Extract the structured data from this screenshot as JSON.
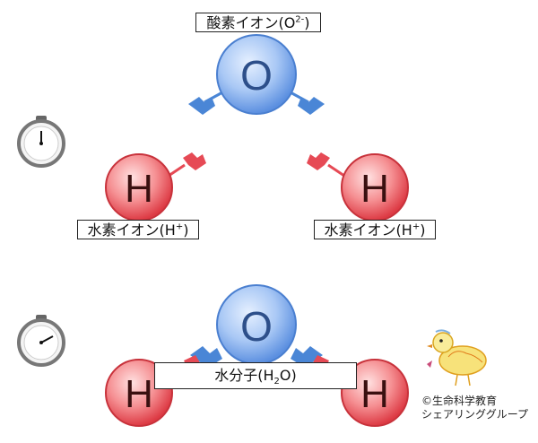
{
  "atoms": {
    "oxygen_symbol": "O",
    "hydrogen_symbol": "H"
  },
  "labels": {
    "oxygen_ion": {
      "text": "酸素イオン(O",
      "sup": "2-",
      "tail": ")"
    },
    "hydrogen_ion_left": {
      "text": "水素イオン(H",
      "sup": "+",
      "tail": ")"
    },
    "hydrogen_ion_right": {
      "text": "水素イオン(H",
      "sup": "+",
      "tail": ")"
    },
    "water_molecule": {
      "text": "水分子(H",
      "sub": "2",
      "tail": "O)"
    }
  },
  "credit": {
    "line1": "©生命科学教育",
    "line2": "シェアリンググループ"
  },
  "icons": [
    "stopwatch-icon",
    "stopwatch-icon",
    "chick-mascot-icon"
  ],
  "colors": {
    "oxygen": "#6a9ee6",
    "hydrogen": "#e8525a",
    "oxygen_bond": "#4a86d6",
    "hydrogen_bond": "#e64a55"
  }
}
